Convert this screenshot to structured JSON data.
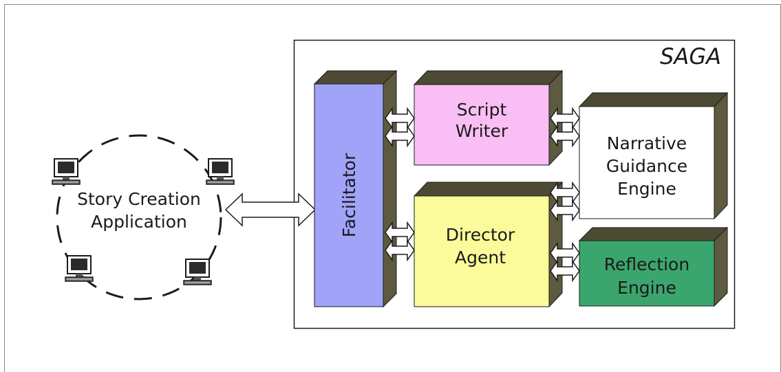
{
  "system": {
    "name": "SAGA"
  },
  "client": {
    "label_line1": "Story Creation",
    "label_line2": "Application",
    "computer_count": 4
  },
  "components": {
    "facilitator": {
      "label": "Facilitator",
      "color": "#a0a3f7"
    },
    "script_writer": {
      "line1": "Script",
      "line2": "Writer",
      "color": "#f9bff5"
    },
    "director_agent": {
      "line1": "Director",
      "line2": "Agent",
      "color": "#fbfb9b"
    },
    "narrative_engine": {
      "line1": "Narrative",
      "line2": "Guidance",
      "line3": "Engine",
      "color": "#ffffff"
    },
    "reflection_engine": {
      "line1": "Reflection",
      "line2": "Engine",
      "color": "#3ba56e"
    }
  },
  "colors": {
    "box_side": "#5e5a3f",
    "box_top": "#4d4a33",
    "outline": "#1a1a1a"
  }
}
